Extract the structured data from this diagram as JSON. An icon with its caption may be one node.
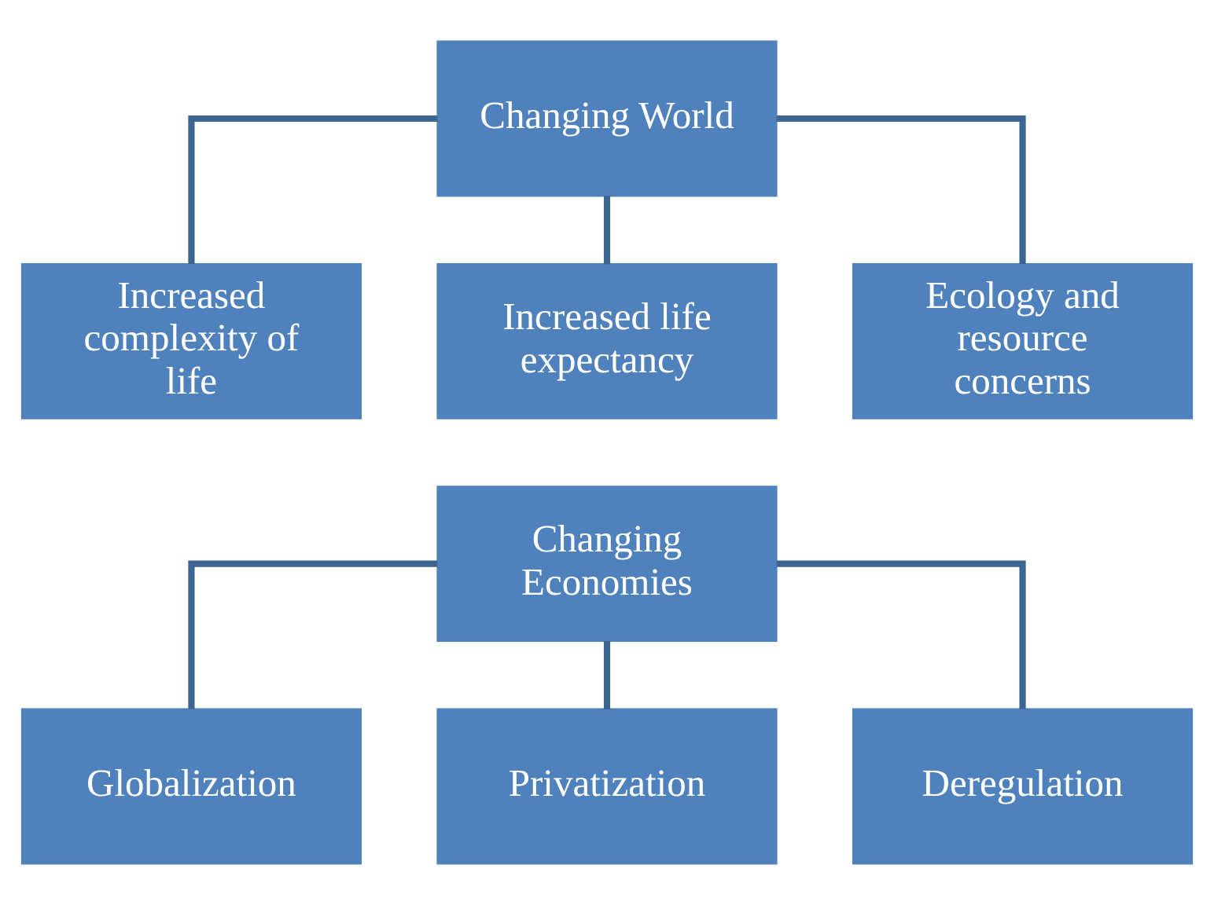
{
  "diagram": {
    "nodes": [
      {
        "text": [
          "Changing World"
        ]
      },
      {
        "text": [
          "Increased complexity of life"
        ]
      },
      {
        "text": [
          "Increased life expectancy"
        ]
      },
      {
        "text": [
          "Ecology and resource concerns"
        ]
      },
      {
        "text": [
          "Changing Economies"
        ]
      },
      {
        "text": [
          "Globalization"
        ]
      },
      {
        "text": [
          "Privatization"
        ]
      },
      {
        "text": [
          "Deregulation"
        ]
      }
    ],
    "edges": [
      {
        "from": 0,
        "to": 1,
        "arrow": "none"
      },
      {
        "from": 0,
        "to": 2,
        "arrow": "none"
      },
      {
        "from": 0,
        "to": 3,
        "arrow": "none"
      },
      {
        "from": 4,
        "to": 5,
        "arrow": "none"
      },
      {
        "from": 4,
        "to": 6,
        "arrow": "none"
      },
      {
        "from": 4,
        "to": 7,
        "arrow": "none"
      }
    ]
  }
}
